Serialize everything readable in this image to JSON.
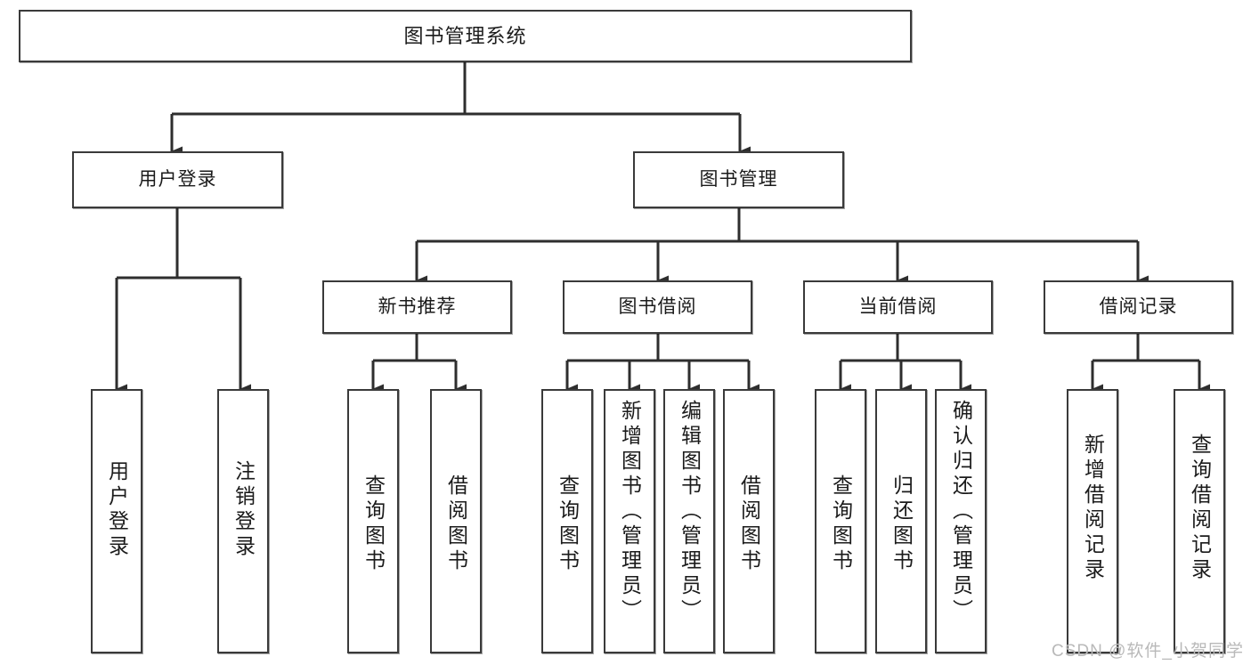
{
  "diagram": {
    "type": "tree-hierarchy",
    "title": "图书管理系统",
    "orientation": "top-down",
    "colors": {
      "box_border": "#3a3a3a",
      "box_fill": "#ffffff",
      "connector": "#2e2e2e",
      "watermark": "#b9b9b9"
    },
    "levels": [
      {
        "level": 1,
        "nodes": [
          {
            "id": "root",
            "label": "图书管理系统",
            "text_direction": "horizontal"
          }
        ]
      },
      {
        "level": 2,
        "nodes": [
          {
            "id": "login",
            "label": "用户登录",
            "text_direction": "horizontal",
            "parent": "root"
          },
          {
            "id": "bookmgmt",
            "label": "图书管理",
            "text_direction": "horizontal",
            "parent": "root"
          }
        ]
      },
      {
        "level": 3,
        "nodes": [
          {
            "id": "newbook",
            "label": "新书推荐",
            "text_direction": "horizontal",
            "parent": "bookmgmt"
          },
          {
            "id": "borrow",
            "label": "图书借阅",
            "text_direction": "horizontal",
            "parent": "bookmgmt"
          },
          {
            "id": "current",
            "label": "当前借阅",
            "text_direction": "horizontal",
            "parent": "bookmgmt"
          },
          {
            "id": "records",
            "label": "借阅记录",
            "text_direction": "horizontal",
            "parent": "bookmgmt"
          }
        ]
      },
      {
        "level": 4,
        "nodes": [
          {
            "id": "leaf1",
            "label": "用户登录",
            "text_direction": "vertical",
            "parent": "login"
          },
          {
            "id": "leaf2",
            "label": "注销登录",
            "text_direction": "vertical",
            "parent": "login"
          },
          {
            "id": "leaf3",
            "label": "查询图书",
            "text_direction": "vertical",
            "parent": "newbook"
          },
          {
            "id": "leaf4",
            "label": "借阅图书",
            "text_direction": "vertical",
            "parent": "newbook"
          },
          {
            "id": "leaf5",
            "label": "查询图书",
            "text_direction": "vertical",
            "parent": "borrow"
          },
          {
            "id": "leaf6",
            "label": "新增图书（管理员）",
            "text_direction": "vertical",
            "parent": "borrow"
          },
          {
            "id": "leaf7",
            "label": "编辑图书（管理员）",
            "text_direction": "vertical",
            "parent": "borrow"
          },
          {
            "id": "leaf8",
            "label": "借阅图书",
            "text_direction": "vertical",
            "parent": "borrow"
          },
          {
            "id": "leaf9",
            "label": "查询图书",
            "text_direction": "vertical",
            "parent": "current"
          },
          {
            "id": "leaf10",
            "label": "归还图书",
            "text_direction": "vertical",
            "parent": "current"
          },
          {
            "id": "leaf11",
            "label": "确认归还（管理员）",
            "text_direction": "vertical",
            "parent": "current"
          },
          {
            "id": "leaf12",
            "label": "新增借阅记录",
            "text_direction": "vertical",
            "parent": "records"
          },
          {
            "id": "leaf13",
            "label": "查询借阅记录",
            "text_direction": "vertical",
            "parent": "records"
          }
        ]
      }
    ]
  },
  "watermark": {
    "text": "CSDN @软件_小贺同学"
  }
}
